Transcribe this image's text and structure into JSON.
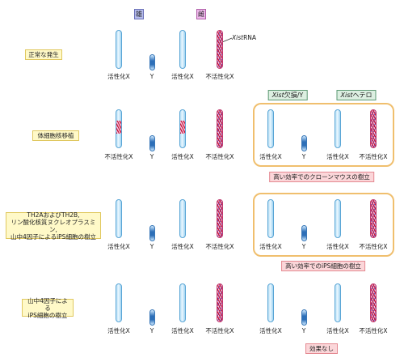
{
  "sex_labels": {
    "male": "雄",
    "female": "雌"
  },
  "xist_rna": {
    "italic": "Xist",
    "suffix": "RNA"
  },
  "chrom_labels": {
    "active": "活性化X",
    "y": "Y",
    "inactive": "不活性化X"
  },
  "rows": [
    {
      "label": "正常な発生"
    },
    {
      "label": "体細胞核移植"
    },
    {
      "label_lines": [
        "TH2AおよびTH2B,",
        "リン酸化核質ヌクレオプラスミン,",
        "山中4因子によるiPS細胞の樹立"
      ]
    },
    {
      "label_lines": [
        "山中4因子による",
        "iPS細胞の樹立"
      ]
    }
  ],
  "group_headers": {
    "xist_knockout": {
      "italic": "Xist",
      "suffix": "欠損/Y"
    },
    "xist_hetero": {
      "italic": "Xist",
      "suffix": "ヘテロ"
    }
  },
  "results": {
    "clone": "高い効率でのクローンマウスの樹立",
    "ips": "高い効率でのiPS細胞の樹立",
    "none": "効果なし"
  },
  "colors": {
    "active_x": "#b7dff5",
    "inactive_x_red": "#c8183c",
    "y_chrom": "#2d6fb8",
    "orange_frame": "#f0bf6e",
    "row_label_bg": "#fff9c8"
  }
}
